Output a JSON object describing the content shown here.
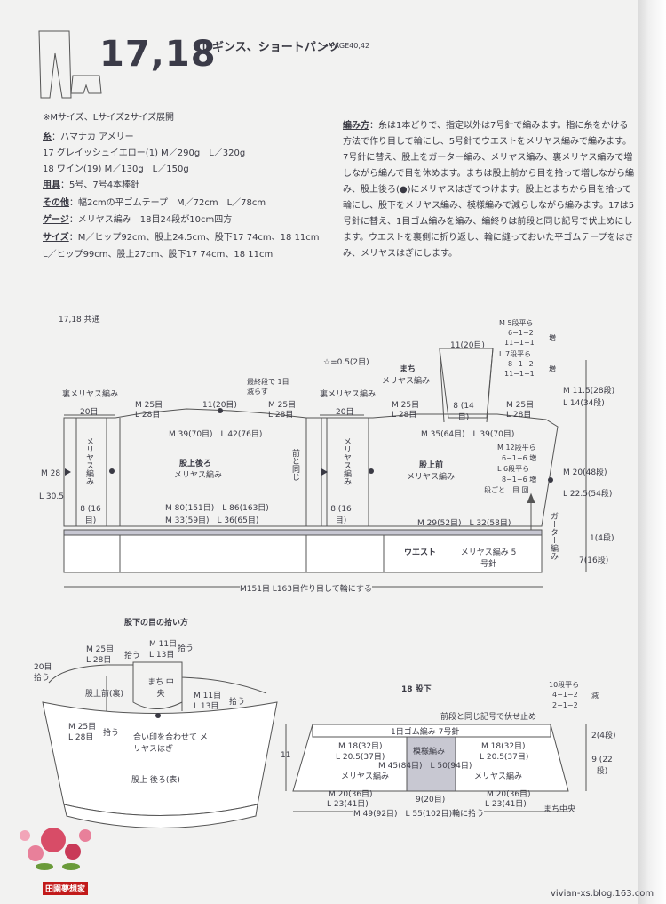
{
  "header": {
    "number": "17,18",
    "title": "レギンス、ショートパンツ",
    "ref": "→ PAGE40,42"
  },
  "specs": {
    "sizes": "※Mサイズ、Lサイズ2サイズ展開",
    "yarn_label": "糸",
    "yarn": "：ハマナカ アメリー",
    "yarn17": "17 グレイッシュイエロー(1) M／290g　L／320g",
    "yarn18": "18 ワイン(19) M／130g　L／150g",
    "tools_label": "用具",
    "tools": "：5号、7号4本棒針",
    "other_label": "その他",
    "other": "：幅2cmの平ゴムテープ　M／72cm　L／78cm",
    "gauge_label": "ゲージ",
    "gauge": "：メリヤス編み　18目24段が10cm四方",
    "size_label": "サイズ",
    "size_m": "：M／ヒップ92cm、股上24.5cm、股下17 74cm、18 11cm",
    "size_l": "L／ヒップ99cm、股上27cm、股下17 74cm、18 11cm"
  },
  "method": {
    "label": "編み方",
    "text": "：糸は1本どりで、指定以外は7号針で編みます。指に糸をかける方法で作り目して輪にし、5号針でウエストをメリヤス編みで編みます。7号針に替え、股上をガーター編み、メリヤス編み、裏メリヤス編みで増しながら編んで目を休めます。まちは股上前から目を拾って増しながら編み、股上後ろ(●)にメリヤスはぎでつけます。股上とまちから目を拾って輪にし、股下をメリヤス編み、模様編みで減らしながら編みます。17は5号針に替え、1目ゴム編みを編み、編終りは前段と同じ記号で伏止めにします。ウエストを裏側に折り返し、輪に縫っておいた平ゴムテープをはさみ、メリヤスはぎにします。"
  },
  "diagram1": {
    "heading": "17,18 共通",
    "ura_meriyasu": "裏メリヤス編み",
    "m25": "M 25目",
    "l28": "L 28目",
    "st20": "20目",
    "st11": "11(20目)",
    "finalrow": "最終段で 1目減らす",
    "m39": "M 39(70目)　L 42(76目)",
    "meriyasu_v": "メリヤス編み",
    "back_title": "股上後ろ",
    "back_sub": "メリヤス編み",
    "same_as_front": "前と同じ",
    "m80": "M 80(151目)　L 86(163目)",
    "m33": "M 33(59目)　L 36(65目)",
    "st8": "8 (16目)",
    "st8b": "8 (14目)",
    "h_m28": "M 28",
    "h_l305": "L 30.5",
    "star05": "☆=0.5(2目)",
    "machi": "まち",
    "machi_sub": "メリヤス編み",
    "m35": "M 35(64目)　L 39(70目)",
    "front_title": "股上前",
    "front_sub": "メリヤス編み",
    "dec_m": "M 12段平ら",
    "dec_m2": "6−1−6 増",
    "dec_l": "L 6段平ら",
    "dec_l2": "8−1−6 増",
    "dec_note": "段ごと　目 回",
    "m29": "M 29(52目)　L 32(58目)",
    "waist": "ウエスト",
    "waist_sub": "メリヤス編み 5号針",
    "garter": "ガーター編み",
    "cast_on": "M151目 L163目作り目して輪にする",
    "m5": "M 5段平ら",
    "inc_a": "6−1−2",
    "inc_b": "11−1−1",
    "l7": "L 7段平ら",
    "inc_c": "8−1−2",
    "inc_d": "11−1−1",
    "inc": "増",
    "m115": "M 11.5(28段)",
    "l14": "L 14(34段)",
    "m20": "M 20(48段)",
    "l225": "L 22.5(54段)",
    "r1": "1(4段)",
    "r7": "7(16段)"
  },
  "diagram2": {
    "heading": "股下の目の拾い方",
    "m25": "M 25目",
    "l28": "L 28目",
    "pick": "拾う",
    "m11": "M 11目",
    "l13": "L 13目",
    "st20": "20目",
    "front_back": "股上前(裏)",
    "machi_center": "まち 中央",
    "match": "合い印を合わせて メリヤスはぎ",
    "back_front": "股上 後ろ(表)"
  },
  "diagram3": {
    "heading": "18 股下",
    "dec_a": "10段平ら",
    "dec_b": "4−1−2",
    "dec_c": "2−1−2",
    "dec": "減",
    "bind_off": "前段と同じ記号で伏せ止め",
    "rib": "1目ゴム編み 7号針",
    "m18": "M 18(32目)",
    "l205": "L 20.5(37目)",
    "pattern": "模様編み",
    "meriyasu": "メリヤス編み",
    "m45": "M 45(84目)　L 50(94目)",
    "m20": "M 20(36目)",
    "l23": "L 23(41目)",
    "st9": "9(20目)",
    "m49": "M 49(92目)　L 55(102目)輪に拾う",
    "h11": "11",
    "r2": "2(4段)",
    "r9": "9 (22段)",
    "machi_center": "まち中央"
  },
  "footer": {
    "watermark": "vivian-xs.blog.163.com",
    "logo": "田園夢想家"
  }
}
